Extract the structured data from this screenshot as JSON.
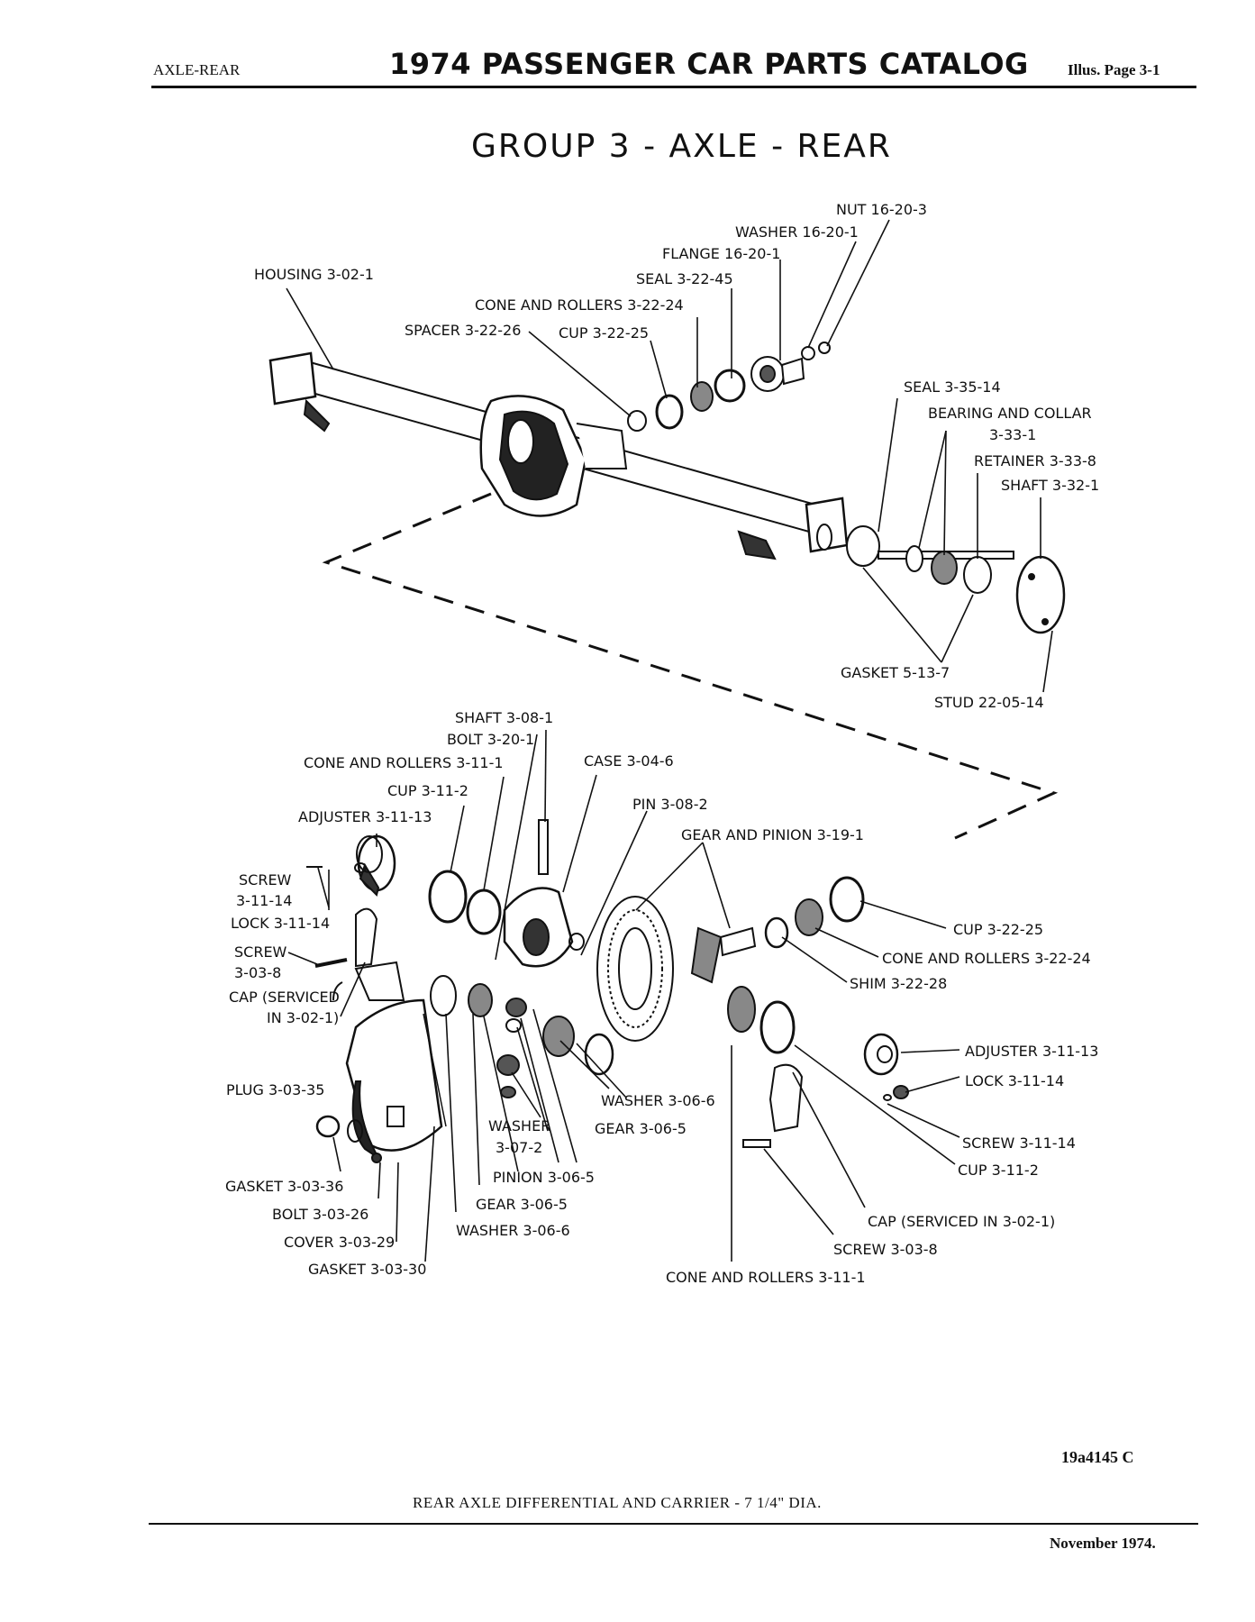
{
  "header": {
    "section": "AXLE-REAR",
    "title": "1974 PASSENGER CAR PARTS CATALOG",
    "page_ref": "Illus. Page 3-1"
  },
  "group_title": "GROUP 3 - AXLE - REAR",
  "labels": {
    "nut": "NUT 16-20-3",
    "washer_top": "WASHER 16-20-1",
    "flange": "FLANGE 16-20-1",
    "seal_top": "SEAL 3-22-45",
    "housing": "HOUSING 3-02-1",
    "cone_rollers_top": "CONE AND ROLLERS 3-22-24",
    "spacer": "SPACER 3-22-26",
    "cup_top": "CUP 3-22-25",
    "seal_axle": "SEAL 3-35-14",
    "bearing_collar_1": "BEARING AND COLLAR",
    "bearing_collar_2": "3-33-1",
    "retainer": "RETAINER 3-33-8",
    "shaft_axle": "SHAFT 3-32-1",
    "gasket_axle": "GASKET 5-13-7",
    "stud": "STUD 22-05-14",
    "shaft_diff": "SHAFT 3-08-1",
    "bolt_diff": "BOLT 3-20-1",
    "cone_rollers_left": "CONE AND ROLLERS 3-11-1",
    "case": "CASE 3-04-6",
    "cup_left": "CUP 3-11-2",
    "pin": "PIN 3-08-2",
    "adjuster_left": "ADJUSTER 3-11-13",
    "gear_pinion": "GEAR AND PINION 3-19-1",
    "screw_left_1": "SCREW",
    "screw_left_2": "3-11-14",
    "lock_left": "LOCK 3-11-14",
    "screw_cap_1": "SCREW",
    "screw_cap_2": "3-03-8",
    "cap_left_1": "CAP (SERVICED",
    "cap_left_2": "IN 3-02-1)",
    "cup_right": "CUP 3-22-25",
    "cone_rollers_right": "CONE AND ROLLERS 3-22-24",
    "shim": "SHIM 3-22-28",
    "adjuster_right": "ADJUSTER 3-11-13",
    "lock_right": "LOCK 3-11-14",
    "plug": "PLUG 3-03-35",
    "washer_606_a": "WASHER 3-06-6",
    "gear_605_a": "GEAR 3-06-5",
    "washer_307_1": "WASHER",
    "washer_307_2": "3-07-2",
    "screw_right": "SCREW 3-11-14",
    "cup_right_lower": "CUP 3-11-2",
    "pinion_605": "PINION 3-06-5",
    "gasket_cover": "GASKET 3-03-36",
    "bolt_cover": "BOLT 3-03-26",
    "gear_605_b": "GEAR 3-06-5",
    "washer_606_b": "WASHER 3-06-6",
    "cover": "COVER 3-03-29",
    "gasket_3030": "GASKET 3-03-30",
    "cap_right": "CAP (SERVICED IN 3-02-1)",
    "screw_right_cap": "SCREW 3-03-8",
    "cone_rollers_bottom": "CONE AND ROLLERS 3-11-1"
  },
  "figure_number": "19a4145 C",
  "caption": "REAR AXLE DIFFERENTIAL AND CARRIER - 7 1/4\" DIA.",
  "date": "November 1974."
}
